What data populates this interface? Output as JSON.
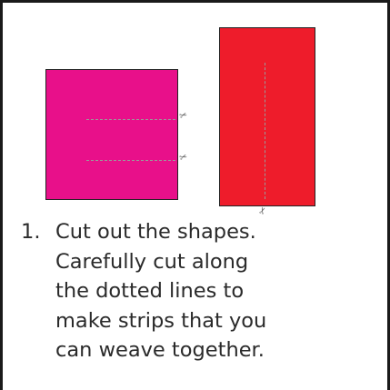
{
  "colors": {
    "magenta": "#E8108A",
    "red": "#EE1C2B",
    "cut_line": "#9A9A9A",
    "text": "#2A2A2A"
  },
  "icons": {
    "scissors": "✂"
  },
  "instruction": {
    "number": "1.",
    "lines": [
      "Cut out the shapes.",
      "Carefully cut along",
      "the dotted lines to",
      "make strips that you",
      "can weave together."
    ]
  }
}
